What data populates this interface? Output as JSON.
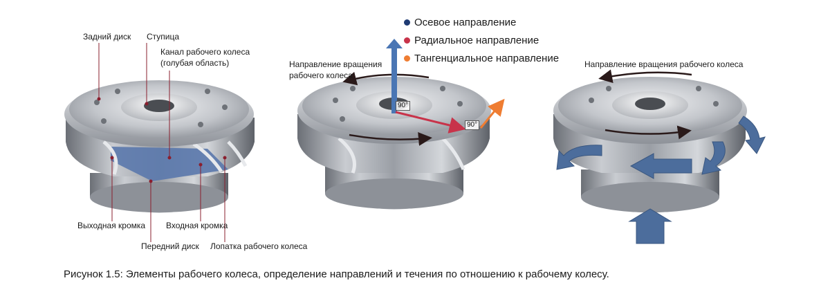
{
  "labels": {
    "back_disc": "Задний диск",
    "hub": "Ступица",
    "channel_line1": "Канал рабочего колеса",
    "channel_line2": "(голубая область)",
    "outlet_edge": "Выходная кромка",
    "inlet_edge": "Входная кромка",
    "front_disc": "Передний диск",
    "blade": "Лопатка рабочего колеса",
    "rotation_line1": "Направление вращения",
    "rotation_line2": "рабочего колеса",
    "rotation_single": "Направление вращения рабочего колеса",
    "angle1": "90°",
    "angle2": "90°"
  },
  "legend": [
    {
      "label": "Осевое направление",
      "color": "#1f3b73"
    },
    {
      "label": "Радиальное направление",
      "color": "#c8334a"
    },
    {
      "label": "Тангенциальное направление",
      "color": "#ef7d32"
    }
  ],
  "colors": {
    "axial": "#4a76b4",
    "radial": "#c8334a",
    "tangential": "#ef7d32",
    "flow": "#4c6d9c",
    "channel": "#5c79ad",
    "leader": "#8a1f2e"
  },
  "caption": "Рисунок 1.5: Элементы рабочего колеса, определение направлений и течения по отношению к рабочему колесу."
}
